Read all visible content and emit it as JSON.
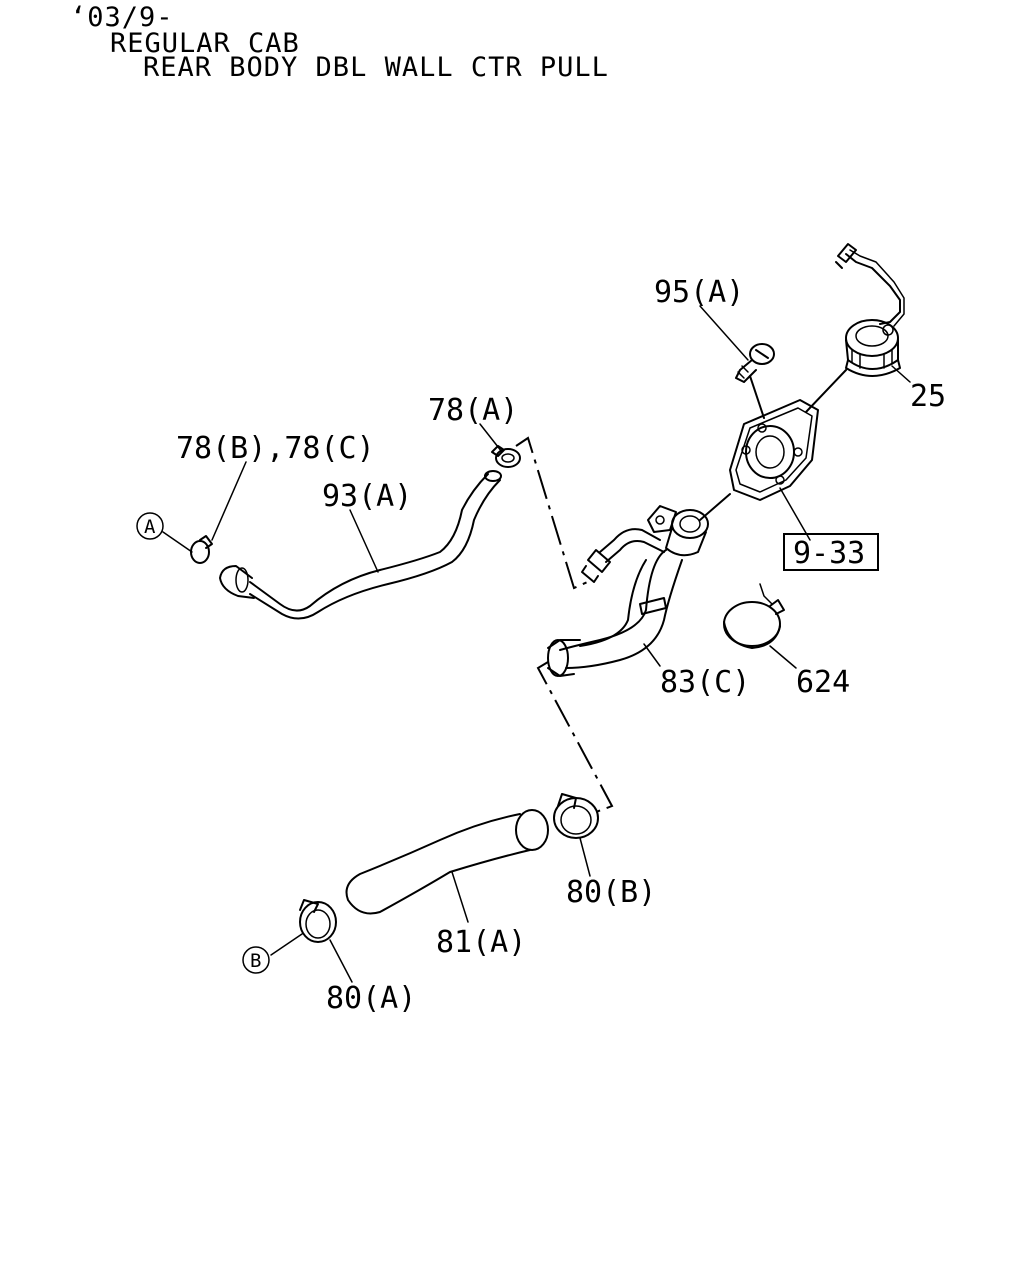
{
  "header": {
    "line1": "‘03/9-",
    "line2": "REGULAR CAB",
    "line3": "REAR BODY DBL WALL CTR PULL"
  },
  "callouts": {
    "p95a": "95(A)",
    "p25": "25",
    "p78a": "78(A)",
    "p78bc": "78(B),78(C)",
    "p93a": "93(A)",
    "p933": "9-33",
    "p624": "624",
    "p83c": "83(C)",
    "p80b": "80(B)",
    "p81a": "81(A)",
    "p80a": "80(A)"
  },
  "refs": {
    "a": "A",
    "b": "B"
  }
}
